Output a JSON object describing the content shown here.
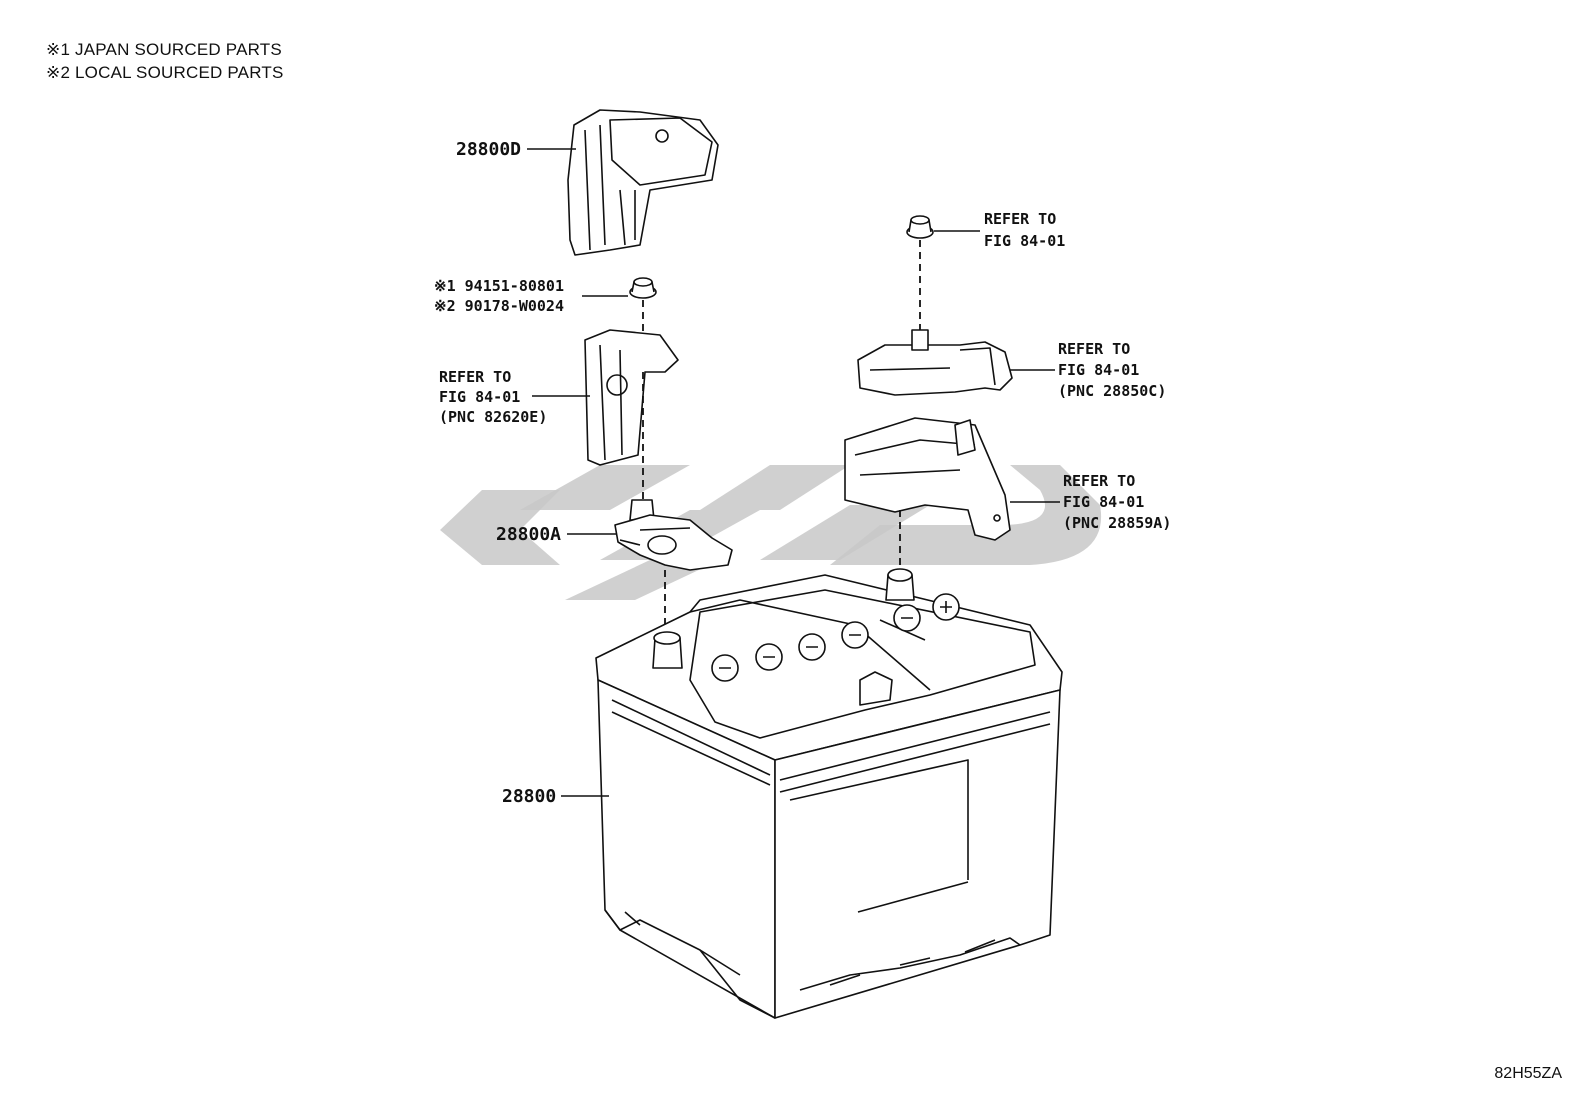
{
  "notes": [
    "※1 JAPAN SOURCED PARTS",
    "※2 LOCAL SOURCED PARTS"
  ],
  "diagram_code": "82H55ZA",
  "callouts": {
    "p28800D": "28800D",
    "bolt_japan": "※1 94151-80801",
    "bolt_local": "※2 90178-W0024",
    "refer_82620E": [
      "REFER TO",
      "FIG 84-01",
      "(PNC 82620E)"
    ],
    "p28800A": "28800A",
    "p28800": "28800",
    "refer_top": [
      "REFER TO",
      "FIG 84-01"
    ],
    "refer_28850C": [
      "REFER TO",
      "FIG 84-01",
      "(PNC 28850C)"
    ],
    "refer_28859A": [
      "REFER TO",
      "FIG 84-01",
      "(PNC 28859A)"
    ]
  },
  "watermark_icon": "logo-watermark"
}
